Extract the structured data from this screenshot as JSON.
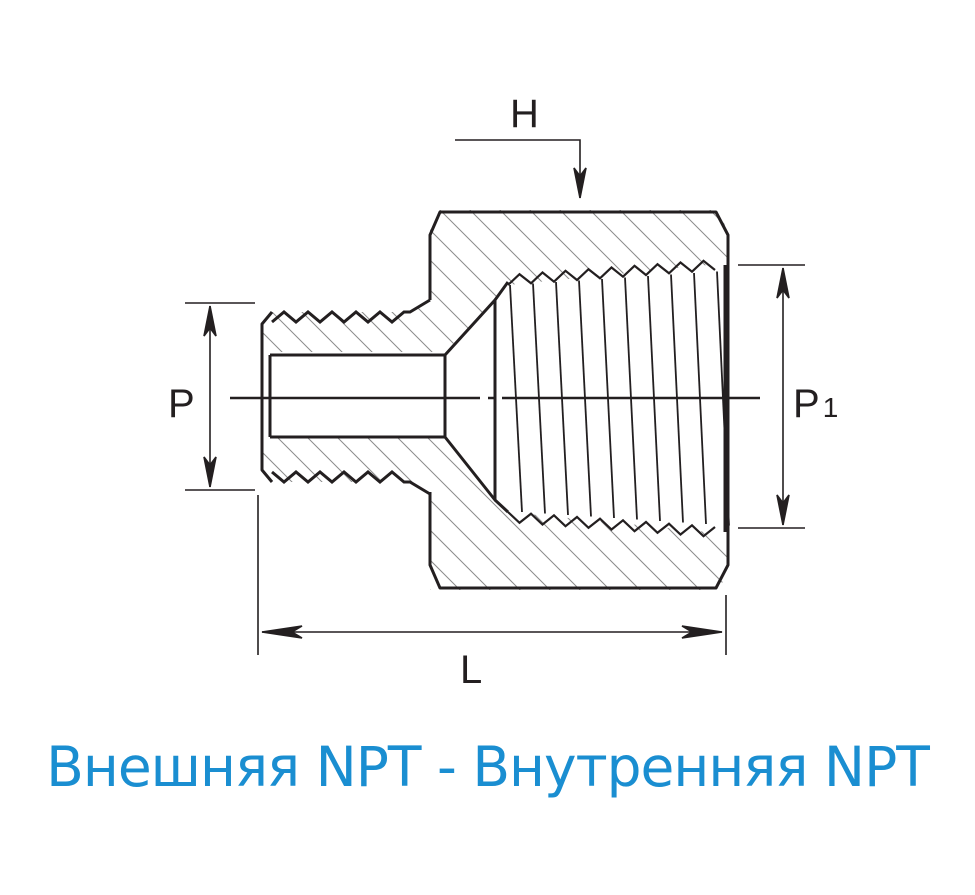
{
  "labels": {
    "h": "H",
    "p": "P",
    "p1_main": "P",
    "p1_sub": "1",
    "l": "L"
  },
  "caption": "Внешняя NPT - Внутренняя NPT",
  "colors": {
    "line": "#231f20",
    "hatch": "#8a8a8a",
    "caption": "#1a8ed1"
  }
}
